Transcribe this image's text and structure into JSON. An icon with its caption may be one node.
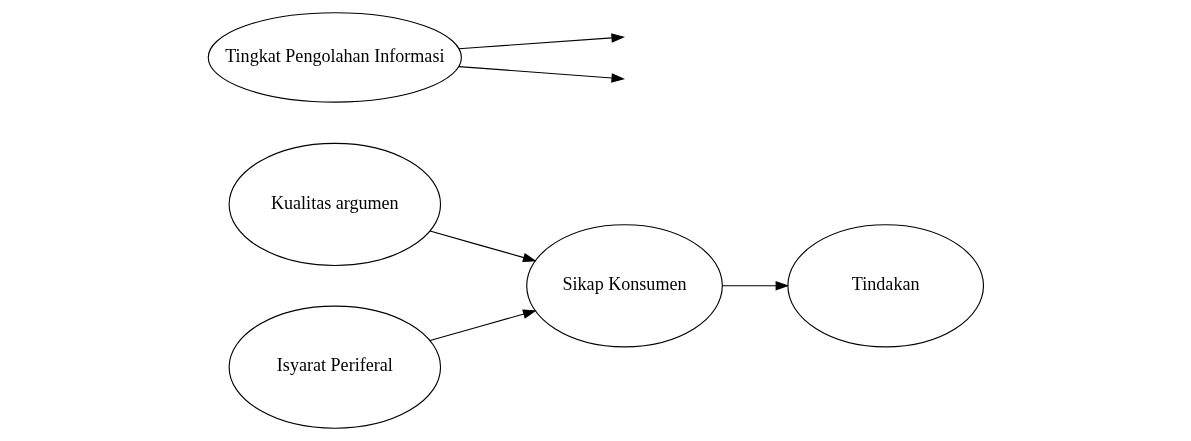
{
  "diagram": {
    "nodes": [
      {
        "text": [
          "Kualitas argumen"
        ]
      },
      {
        "text": [
          "Tingkat Pengolahan Informasi"
        ]
      },
      {
        "text": [
          "Isyarat Periferal"
        ]
      },
      {
        "text": [
          "Sikap Konsumen"
        ]
      },
      {
        "text": [
          "Tindakan"
        ]
      }
    ],
    "edges": [
      {
        "from": 0,
        "to": 3,
        "arrow": "to"
      },
      {
        "from": 1,
        "to": null,
        "arrow": "to"
      },
      {
        "from": 1,
        "to": null,
        "arrow": "to"
      },
      {
        "from": 2,
        "to": 3,
        "arrow": "to"
      },
      {
        "from": 3,
        "to": 4,
        "arrow": "to"
      }
    ]
  }
}
